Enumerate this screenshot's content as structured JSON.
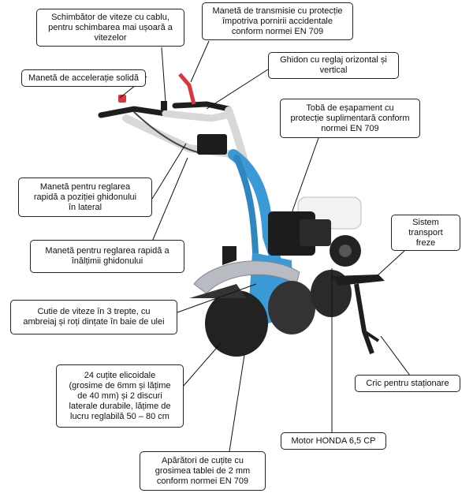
{
  "callouts": {
    "schimbator": "Schimbător de viteze cu cablu,\npentru schimbarea mai ușoară a\nvitezelor",
    "maneta_transmisie": "Manetă de transmisie cu protecție\nîmpotriva pornirii accidentale\nconform normei EN 709",
    "ghidon": "Ghidon cu reglaj orizontal și\nvertical",
    "acceleratie": "Manetă de accelerație solidă",
    "toba": "Tobă de eșapament cu\nprotecție suplimentară conform\nnormei EN 709",
    "reglare_lateral": "Manetă pentru reglarea\nrapidă a poziției ghidonului\nîn lateral",
    "sistem_transport": "Sistem\ntransport\nfreze",
    "reglare_inaltime": "Manetă pentru reglarea rapidă a\nînălțimii ghidonului",
    "cutie_viteze": "Cutie de viteze în 3 trepte, cu\nambreiaj și roți dințate în baie de ulei",
    "cutite": "24 cuțite elicoidale\n(grosime de 6mm și lățime\nde 40 mm) și 2 discuri\nlaterale durabile, lățime de\nlucru reglabilă 50 – 80 cm",
    "cric": "Cric pentru staționare",
    "motor": "Motor HONDA 6,5 CP",
    "aparatori": "Apărători de cuțite cu\ngrosimea tablei de 2 mm\nconform normei EN 709"
  },
  "colors": {
    "frame_blue": "#3a9ad6",
    "engine_black": "#1c1c1c",
    "tank_white": "#f2f2f2",
    "lever_red": "#d9363e",
    "metal_grey": "#b8bcc2"
  }
}
